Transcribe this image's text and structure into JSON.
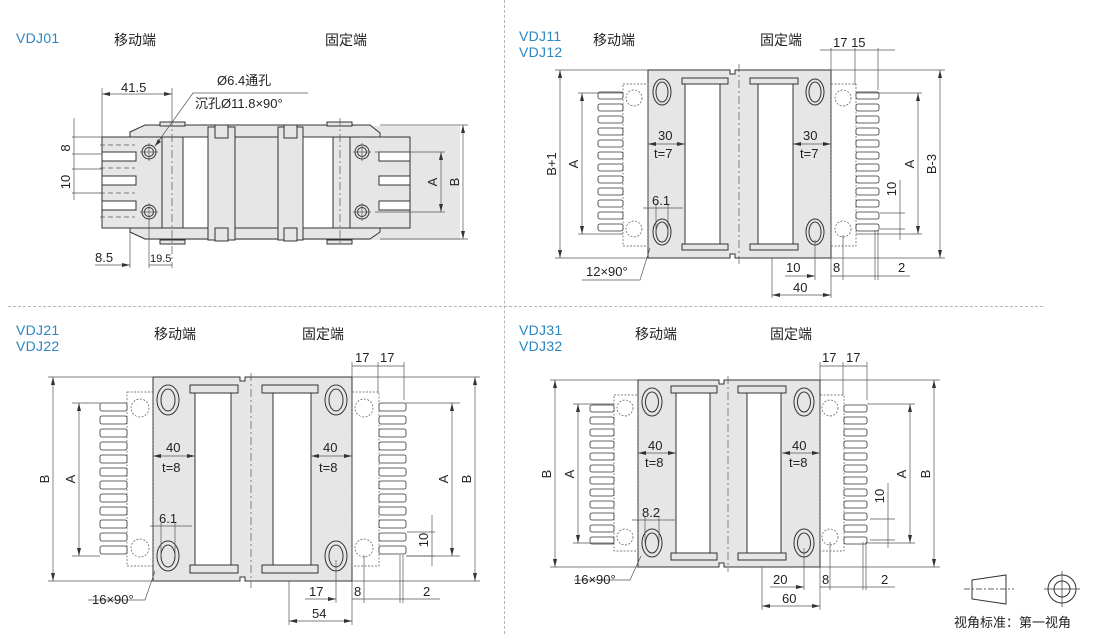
{
  "panels": [
    {
      "id": "vdj01",
      "models": [
        "VDJ01"
      ],
      "moving_end": "移动端",
      "fixed_end": "固定端",
      "dims": {
        "length": "41.5",
        "through_hole": "Ø6.4通孔",
        "counterbore": "沉孔Ø11.8×90°",
        "pitch_top": "8",
        "pitch_mid": "10",
        "offset_left": "8.5",
        "offset_hole": "19.5",
        "a": "A",
        "b": "B"
      }
    },
    {
      "id": "vdj11",
      "models": [
        "VDJ11",
        "VDJ12"
      ],
      "moving_end": "移动端",
      "fixed_end": "固定端",
      "dims": {
        "top_pitch": "17 15",
        "plate_width_left": "30",
        "thickness_left": "t=7",
        "plate_width_right": "30",
        "thickness_right": "t=7",
        "hole": "6.1",
        "countersink": "12×90°",
        "b_left": "B+1",
        "a_left": "A",
        "a_right": "A",
        "b_right": "B-3",
        "pitch": "10",
        "bottom_10": "10",
        "bottom_8": "8",
        "bottom_2": "2",
        "bottom_40": "40"
      }
    },
    {
      "id": "vdj21",
      "models": [
        "VDJ21",
        "VDJ22"
      ],
      "moving_end": "移动端",
      "fixed_end": "固定端",
      "dims": {
        "top_17a": "17",
        "top_17b": "17",
        "plate_width_left": "40",
        "thickness_left": "t=8",
        "plate_width_right": "40",
        "thickness_right": "t=8",
        "hole": "6.1",
        "countersink": "16×90°",
        "b_left": "B",
        "a_left": "A",
        "a_right": "A",
        "b_right": "B",
        "pitch": "10",
        "bottom_17": "17",
        "bottom_8": "8",
        "bottom_2": "2",
        "bottom_54": "54"
      }
    },
    {
      "id": "vdj31",
      "models": [
        "VDJ31",
        "VDJ32"
      ],
      "moving_end": "移动端",
      "fixed_end": "固定端",
      "dims": {
        "top_17a": "17",
        "top_17b": "17",
        "plate_width_left": "40",
        "thickness_left": "t=8",
        "plate_width_right": "40",
        "thickness_right": "t=8",
        "hole": "8.2",
        "countersink": "16×90°",
        "b_left": "B",
        "a_left": "A",
        "a_right": "A",
        "b_right": "B",
        "pitch": "10",
        "bottom_20": "20",
        "bottom_8": "8",
        "bottom_2": "2",
        "bottom_60": "60"
      }
    }
  ],
  "projection": {
    "label": "视角标准：第一视角",
    "icons": [
      "truncated-cone-icon",
      "concentric-circles-icon"
    ]
  },
  "colors": {
    "model_label": "#2a86c0",
    "part_fill": "#e6e6e6",
    "line": "#333333"
  }
}
